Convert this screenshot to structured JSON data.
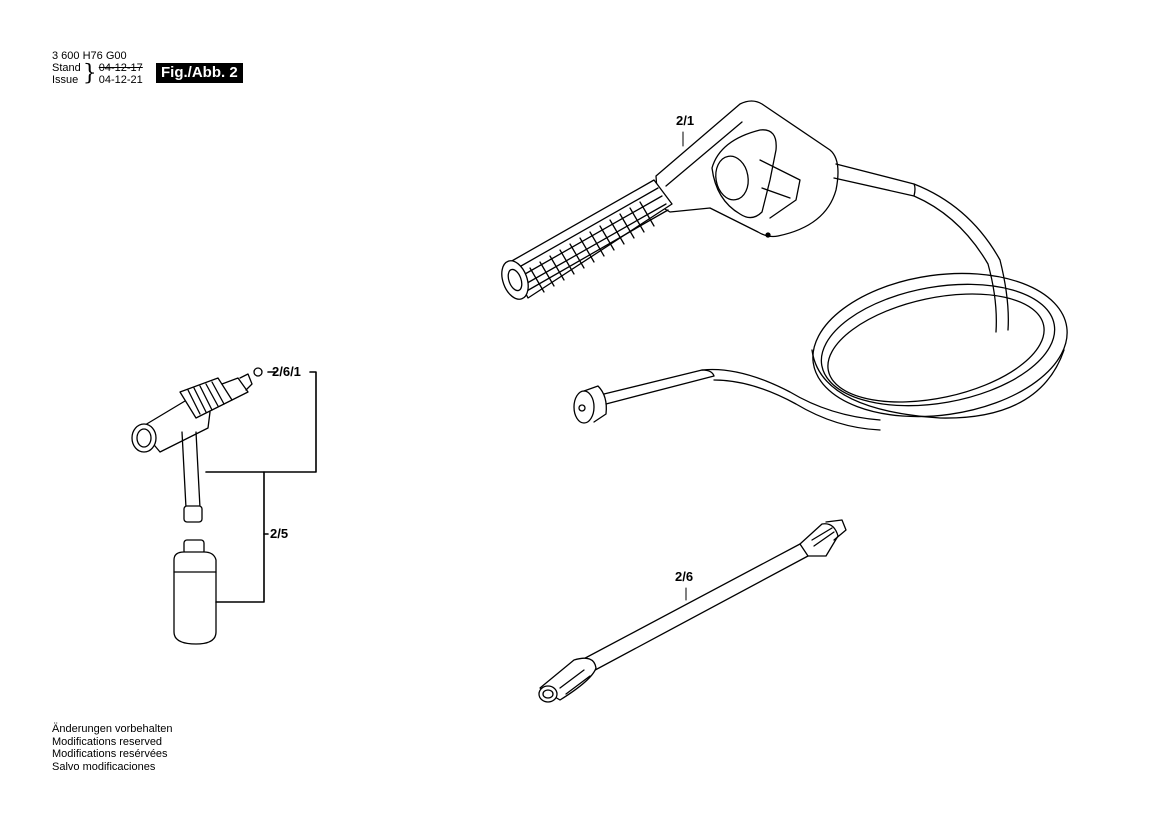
{
  "header": {
    "part_number": "3 600 H76 G00",
    "stand_label": "Stand",
    "issue_label": "Issue",
    "stand_date_struck": "04-12-17",
    "issue_date": "04-12-21",
    "figure_badge": "Fig./Abb. 2"
  },
  "parts": [
    {
      "id": "2/1",
      "description": "trigger-gun-with-high-pressure-hose"
    },
    {
      "id": "2/5",
      "description": "detergent-nozzle-with-bottle"
    },
    {
      "id": "2/6",
      "description": "lance"
    },
    {
      "id": "2/6/1",
      "description": "o-ring"
    }
  ],
  "labels": {
    "gun": "2/1",
    "detergent_set": "2/5",
    "lance": "2/6",
    "oring": "2/6/1"
  },
  "footer": {
    "lines": [
      "Änderungen vorbehalten",
      "Modifications reserved",
      "Modifications resérvées",
      "Salvo modificaciones"
    ]
  }
}
